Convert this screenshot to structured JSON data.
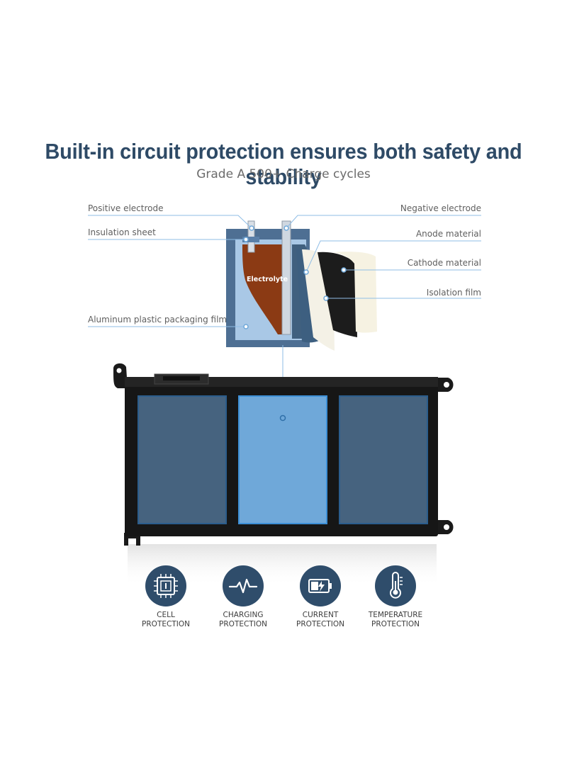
{
  "headline": "Built-in circuit protection ensures both safety and stability",
  "subheadline": "Grade A 500+ Charge cycles",
  "labels": {
    "positive_electrode": "Positive electrode",
    "insulation_sheet": "Insulation sheet",
    "aluminum_film": "Aluminum plastic packaging film",
    "negative_electrode": "Negative electrode",
    "anode_material": "Anode material",
    "cathode_material": "Cathode material",
    "isolation_film": "Isolation film",
    "electrolyte": "Electrolyte"
  },
  "features": [
    {
      "line1": "CELL",
      "line2": "PROTECTION",
      "icon": "chip-icon"
    },
    {
      "line1": "CHARGING",
      "line2": "PROTECTION",
      "icon": "pulse-wave-icon"
    },
    {
      "line1": "CURRENT",
      "line2": "PROTECTION",
      "icon": "battery-bolt-icon"
    },
    {
      "line1": "TEMPERATURE",
      "line2": "PROTECTION",
      "icon": "thermometer-icon"
    }
  ],
  "colors": {
    "title": "#2e4a66",
    "icon_circle": "#2f4d6b",
    "cell_dark": "#46637f",
    "cell_highlight": "#6fa8d9",
    "electrolyte": "#8b3a14",
    "leader_line": "#8fbde6"
  }
}
